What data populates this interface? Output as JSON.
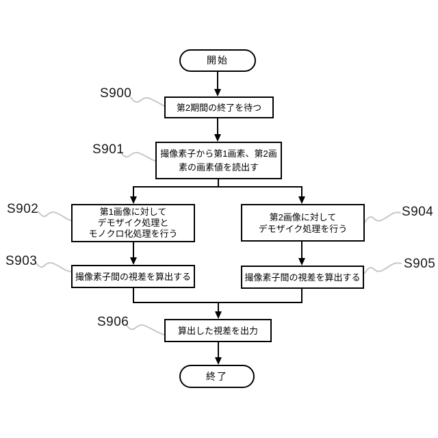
{
  "flowchart": {
    "terminals": {
      "start": "開始",
      "end": "終了"
    },
    "steps": [
      {
        "id": "S900",
        "lines": [
          "第2期間の終了を待つ"
        ]
      },
      {
        "id": "S901",
        "lines": [
          "撮像素子から第1画素、第2画",
          "素の画素値を読出す"
        ]
      },
      {
        "id": "S902",
        "lines": [
          "第1画像に対して",
          "デモザイク処理と",
          "モノクロ化処理を行う"
        ]
      },
      {
        "id": "S903",
        "lines": [
          "撮像素子間の視差を算出する"
        ]
      },
      {
        "id": "S904",
        "lines": [
          "第2画像に対して",
          "デモザイク処理を行う"
        ]
      },
      {
        "id": "S905",
        "lines": [
          "撮像素子間の視差を算出する"
        ]
      },
      {
        "id": "S906",
        "lines": [
          "算出した視差を出力"
        ]
      }
    ],
    "colors": {
      "line": "#000000",
      "leader_line": "#c7c7c7",
      "background": "#ffffff"
    }
  }
}
